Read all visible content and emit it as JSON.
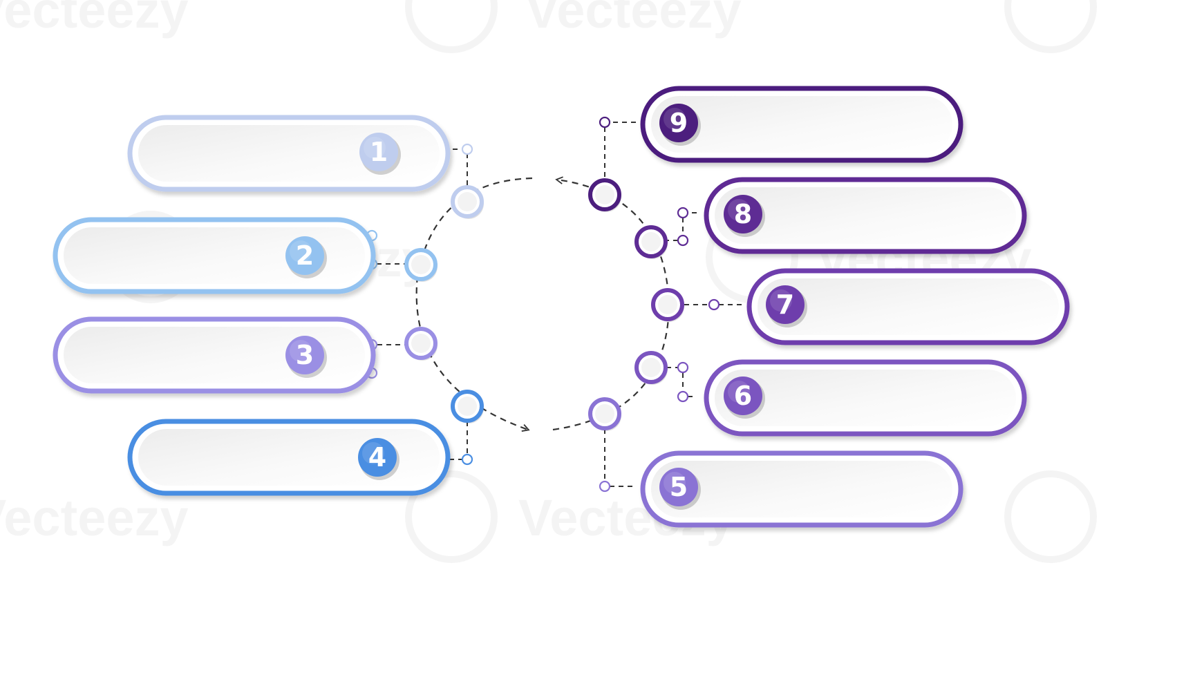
{
  "watermark": {
    "text": "Vecteezy"
  },
  "items": [
    {
      "number": "1",
      "color": "#BFCDEE"
    },
    {
      "number": "2",
      "color": "#93C2F0"
    },
    {
      "number": "3",
      "color": "#9A8FE4"
    },
    {
      "number": "4",
      "color": "#4A8EE2"
    },
    {
      "number": "5",
      "color": "#8A73D4"
    },
    {
      "number": "6",
      "color": "#7B55C0"
    },
    {
      "number": "7",
      "color": "#6E3EAC"
    },
    {
      "number": "8",
      "color": "#5E2C94"
    },
    {
      "number": "9",
      "color": "#4C1E7E"
    }
  ],
  "connector_color": "#333333"
}
